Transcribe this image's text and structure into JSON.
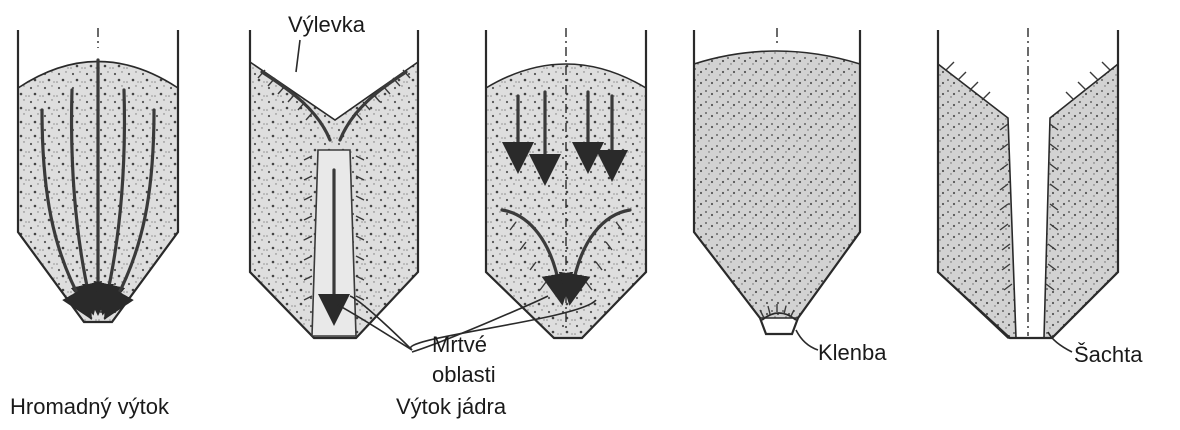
{
  "labels": {
    "vylevka": "Výlevka",
    "mrtve": "Mrtvé",
    "oblasti": "oblasti",
    "vytok_jadra": "Výtok jádra",
    "klenba": "Klenba",
    "sachta": "Šachta",
    "hromadny": "Hromadný výtok"
  },
  "colors": {
    "bulk_fill": "#dcdcdc",
    "dense_fill": "#cfcfcf",
    "line": "#2a2a2a"
  }
}
